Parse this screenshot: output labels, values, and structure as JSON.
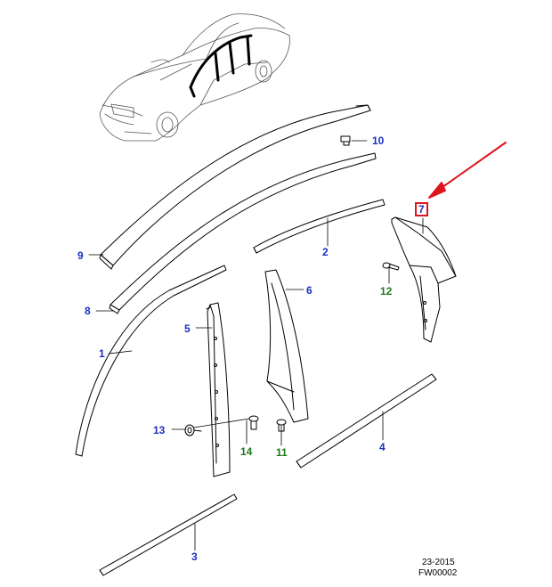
{
  "callouts": {
    "c1": "1",
    "c2": "2",
    "c3": "3",
    "c4": "4",
    "c5": "5",
    "c6": "6",
    "c7": "7",
    "c8": "8",
    "c9": "9",
    "c10": "10",
    "c11": "11",
    "c12": "12",
    "c13": "13",
    "c14": "14"
  },
  "footer": {
    "line1": "23-2015",
    "line2": "FW00002"
  },
  "colors": {
    "callout_blue": "#1a2fbf",
    "callout_green": "#1f7a1f",
    "highlight_red": "#e0141e",
    "arrow_red": "#e0141e"
  }
}
